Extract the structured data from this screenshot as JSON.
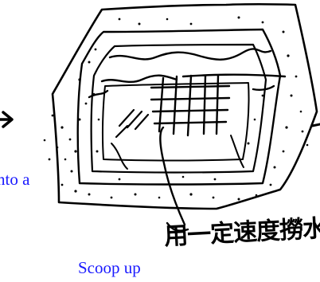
{
  "image": {
    "kind": "hand-drawn sketch of a square frame net being lifted from water",
    "colors": {
      "ink": "#000000",
      "caption": "#1a1aff",
      "background": "#ffffff"
    }
  },
  "captions": {
    "left": "nto a",
    "bottom": "Scoop up"
  },
  "handwriting": {
    "text": "用一定速度撈水"
  }
}
